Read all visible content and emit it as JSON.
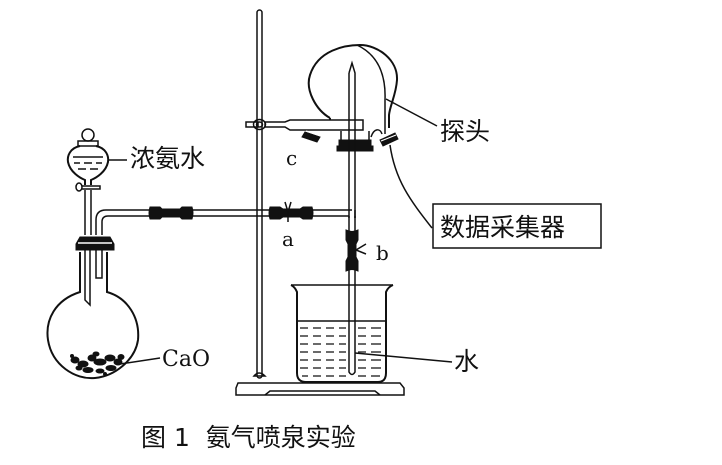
{
  "figure": {
    "caption": "图 1  氨气喷泉实验",
    "labels": {
      "concentrated_ammonia": "浓氨水",
      "probe": "探头",
      "data_collector": "数据采集器",
      "calcium_oxide": "CaO",
      "water": "水",
      "clamp_a": "a",
      "clamp_b": "b",
      "flask_c": "c"
    }
  }
}
